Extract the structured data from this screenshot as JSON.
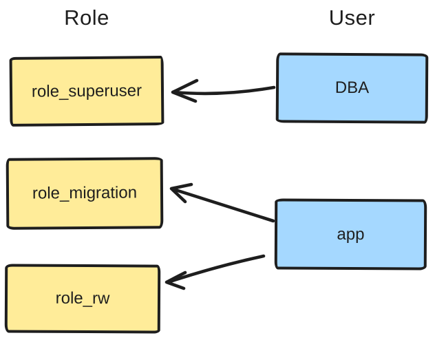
{
  "diagram": {
    "headings": {
      "role": "Role",
      "user": "User"
    },
    "roles": [
      {
        "id": "role_superuser",
        "label": "role_superuser"
      },
      {
        "id": "role_migration",
        "label": "role_migration"
      },
      {
        "id": "role_rw",
        "label": "role_rw"
      }
    ],
    "users": [
      {
        "id": "DBA",
        "label": "DBA"
      },
      {
        "id": "app",
        "label": "app"
      }
    ],
    "edges": [
      {
        "from": "DBA",
        "to": "role_superuser"
      },
      {
        "from": "app",
        "to": "role_migration"
      },
      {
        "from": "app",
        "to": "role_rw"
      }
    ],
    "colors": {
      "role_fill": "#ffec99",
      "user_fill": "#a5d8ff",
      "stroke": "#1e1e1e",
      "background": "#ffffff"
    }
  }
}
